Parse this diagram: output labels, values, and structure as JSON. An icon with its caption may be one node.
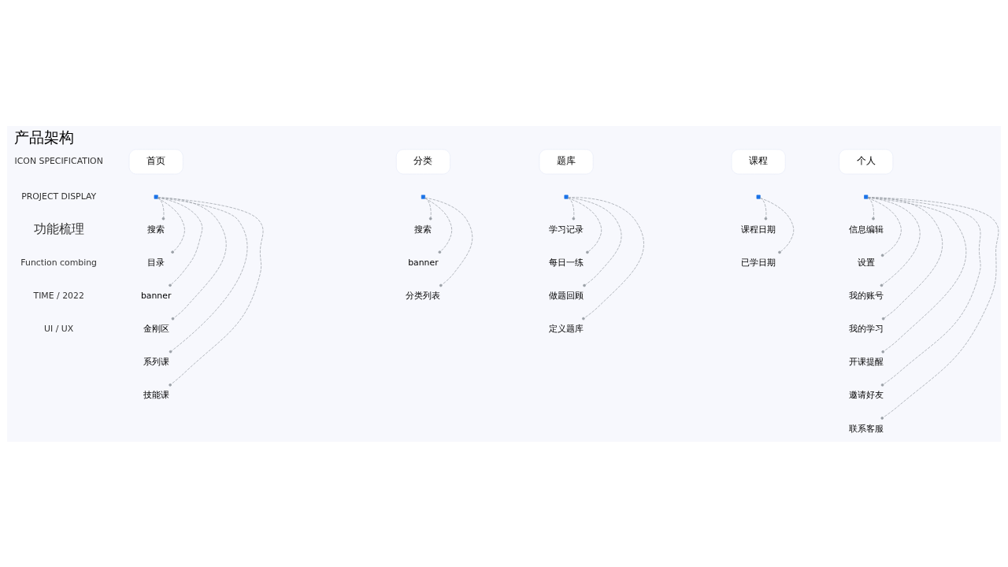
{
  "diagram": {
    "title": "产品架构",
    "nodes": [
      {
        "text": [
          "首页"
        ]
      },
      {
        "text": [],
        "shape": "bar"
      },
      {
        "text": [
          "搜索"
        ]
      },
      {
        "text": [
          "目录"
        ]
      },
      {
        "text": [
          "banner"
        ]
      },
      {
        "text": [
          "金刚区"
        ]
      },
      {
        "text": [
          "系列课"
        ]
      },
      {
        "text": [
          "技能课"
        ]
      },
      {
        "text": [
          "分类"
        ]
      },
      {
        "text": [],
        "shape": "bar"
      },
      {
        "text": [
          "搜索"
        ]
      },
      {
        "text": [
          "banner"
        ]
      },
      {
        "text": [
          "分类列表"
        ]
      },
      {
        "text": [
          "题库"
        ]
      },
      {
        "text": [],
        "shape": "bar"
      },
      {
        "text": [
          "学习记录"
        ]
      },
      {
        "text": [
          "每日一练"
        ]
      },
      {
        "text": [
          "做题回顾"
        ]
      },
      {
        "text": [
          "定义题库"
        ]
      },
      {
        "text": [
          "课程"
        ]
      },
      {
        "text": [],
        "shape": "bar"
      },
      {
        "text": [
          "课程日期"
        ]
      },
      {
        "text": [
          "已学日期"
        ]
      },
      {
        "text": [
          "个人"
        ]
      },
      {
        "text": [],
        "shape": "bar"
      },
      {
        "text": [
          "信息编辑"
        ]
      },
      {
        "text": [
          "设置"
        ]
      },
      {
        "text": [
          "我的账号"
        ]
      },
      {
        "text": [
          "我的学习"
        ]
      },
      {
        "text": [
          "开课提醒"
        ]
      },
      {
        "text": [
          "邀请好友"
        ]
      },
      {
        "text": [
          "联系客服"
        ]
      }
    ],
    "edges": [
      {
        "from": 1,
        "to": 2,
        "arrow": "other",
        "style": "dashed"
      },
      {
        "from": 1,
        "to": 3,
        "arrow": "other",
        "style": "dashed"
      },
      {
        "from": 1,
        "to": 4,
        "arrow": "other",
        "style": "dashed"
      },
      {
        "from": 1,
        "to": 5,
        "arrow": "other",
        "style": "dashed"
      },
      {
        "from": 1,
        "to": 6,
        "arrow": "other",
        "style": "dashed"
      },
      {
        "from": 1,
        "to": 7,
        "arrow": "other",
        "style": "dashed"
      },
      {
        "from": 9,
        "to": 10,
        "arrow": "other",
        "style": "dashed"
      },
      {
        "from": 9,
        "to": 11,
        "arrow": "other",
        "style": "dashed"
      },
      {
        "from": 9,
        "to": 12,
        "arrow": "other",
        "style": "dashed"
      },
      {
        "from": 14,
        "to": 15,
        "arrow": "other",
        "style": "dashed"
      },
      {
        "from": 14,
        "to": 16,
        "arrow": "other",
        "style": "dashed"
      },
      {
        "from": 14,
        "to": 17,
        "arrow": "other",
        "style": "dashed"
      },
      {
        "from": 14,
        "to": 18,
        "arrow": "other",
        "style": "dashed"
      },
      {
        "from": 20,
        "to": 21,
        "arrow": "other",
        "style": "dashed"
      },
      {
        "from": 20,
        "to": 22,
        "arrow": "other",
        "style": "dashed"
      },
      {
        "from": 24,
        "to": 25,
        "arrow": "other",
        "style": "dashed"
      },
      {
        "from": 24,
        "to": 26,
        "arrow": "other",
        "style": "dashed"
      },
      {
        "from": 24,
        "to": 27,
        "arrow": "other",
        "style": "dashed"
      },
      {
        "from": 24,
        "to": 28,
        "arrow": "other",
        "style": "dashed"
      },
      {
        "from": 24,
        "to": 29,
        "arrow": "other",
        "style": "dashed"
      },
      {
        "from": 24,
        "to": 30,
        "arrow": "other",
        "style": "dashed"
      },
      {
        "from": 24,
        "to": 31,
        "arrow": "other",
        "style": "dashed"
      }
    ],
    "labels": [
      "ICON SPECIFICATION",
      "PROJECT DISPLAY",
      "功能梳理",
      "Function combing",
      "TIME / 2022",
      "UI / UX"
    ]
  }
}
